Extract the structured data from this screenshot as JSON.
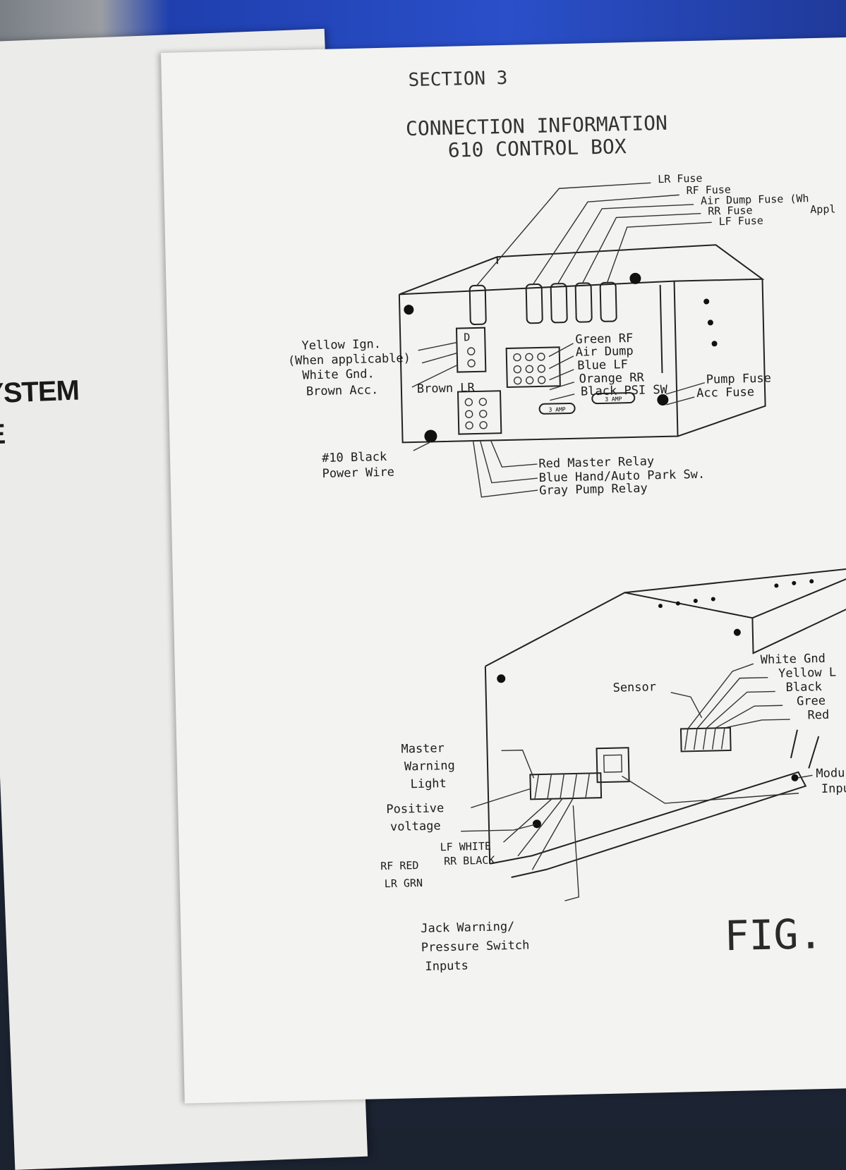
{
  "left_page": {
    "title_line1": "YSTEM",
    "title_line2": "E"
  },
  "section": {
    "heading": "SECTION 3",
    "title_line1": "CONNECTION INFORMATION",
    "title_line2": "610 CONTROL BOX"
  },
  "top_diagram": {
    "fuse_labels": [
      "LR Fuse",
      "RF Fuse",
      "Air Dump Fuse (Wh",
      "RR Fuse",
      "LF Fuse"
    ],
    "fuse_note": "Appl",
    "left_labels": [
      "Yellow Ign.",
      "(When applicable)",
      "White Gnd.",
      "Brown Acc."
    ],
    "brown_lr": "Brown LR",
    "grid_labels": [
      "Green RF",
      "Air Dump",
      "Blue LF",
      "Orange RR",
      "Black PSI SW"
    ],
    "right_labels": [
      "Pump Fuse",
      "Acc Fuse"
    ],
    "power_wire": [
      "#10 Black",
      "Power Wire"
    ],
    "bottom_labels": [
      "Red Master Relay",
      "Blue Hand/Auto Park Sw.",
      "Gray Pump Relay"
    ],
    "amp_label": "3 AMP"
  },
  "bottom_diagram": {
    "sensor": "Sensor",
    "sensor_wires": [
      "White Gnd",
      "Yellow L",
      "Black",
      "Gree",
      "Red"
    ],
    "master_warning": [
      "Master",
      "Warning",
      "Light"
    ],
    "positive_voltage": [
      "Positive",
      "voltage"
    ],
    "lf_white": "LF WHITE",
    "rf_red": "RF RED",
    "rr_black": "RR BLACK",
    "lr_grn": "LR GRN",
    "module_input": [
      "Modu",
      "Inpu"
    ],
    "jack_warning": [
      "Jack Warning/",
      "Pressure Switch",
      "Inputs"
    ],
    "fig_label": "FIG."
  },
  "colors": {
    "page": "#f3f3f1",
    "ink": "#222222",
    "background_blue": "#2a4fc9"
  }
}
